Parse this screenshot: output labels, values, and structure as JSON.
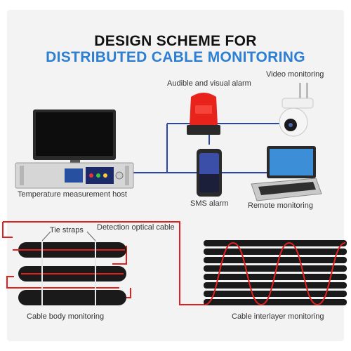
{
  "title": {
    "line1": "DESIGN SCHEME FOR",
    "line2": "DISTRIBUTED CABLE MONITORING"
  },
  "labels": {
    "audible_alarm": "Audible and visual alarm",
    "video_monitoring": "Video monitoring",
    "host": "Temperature measurement host",
    "sms_alarm": "SMS alarm",
    "remote_monitoring": "Remote monitoring",
    "tie_straps": "Tie straps",
    "optical_cable": "Detection optical cable",
    "cable_body": "Cable body monitoring",
    "cable_interlayer": "Cable interlayer monitoring"
  },
  "colors": {
    "title_accent": "#2d7fd3",
    "network_line": "#2a44a8",
    "optical_cable": "#e0201e",
    "cable": "#1a1a1a",
    "alarm_light": "#e8231c"
  }
}
